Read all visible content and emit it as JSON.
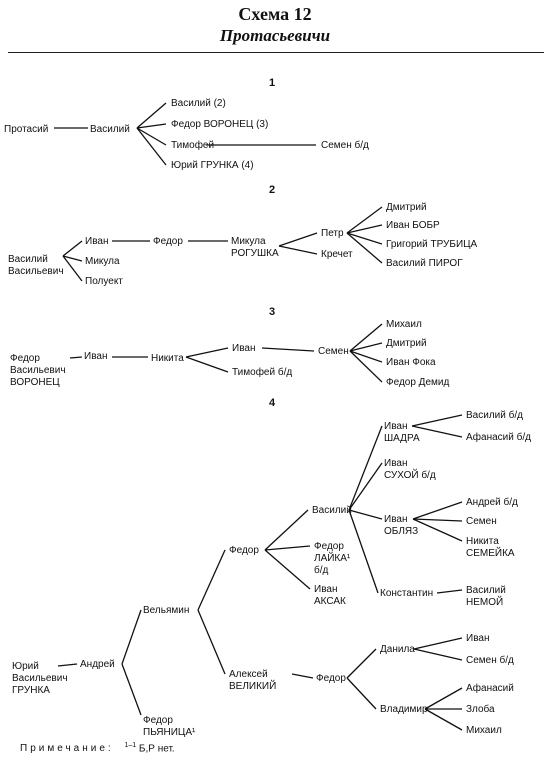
{
  "header": {
    "title": "Схема 12",
    "subtitle": "Протасьевичи"
  },
  "schemes": [
    {
      "number": "1",
      "nodes": {
        "s1_protasii": [
          "Протасий"
        ],
        "s1_vasilii": [
          "Василий"
        ],
        "s1_vasilii2": [
          "Василий (2)"
        ],
        "s1_fedor_voronets": [
          "Федор ВОРОНЕЦ (3)"
        ],
        "s1_timofei": [
          "Тимофей"
        ],
        "s1_yurii_grunka": [
          "Юрий ГРУНКА (4)"
        ],
        "s1_semen": [
          "Семен б/д"
        ]
      }
    },
    {
      "number": "2",
      "nodes": {
        "s2_vasilii": [
          "Василий",
          "Васильевич"
        ],
        "s2_ivan": [
          "Иван"
        ],
        "s2_mikula": [
          "Микула"
        ],
        "s2_poluekt": [
          "Полуект"
        ],
        "s2_fedor": [
          "Федор"
        ],
        "s2_mikula_rogushka": [
          "Микула",
          "РОГУШКА"
        ],
        "s2_petr": [
          "Петр"
        ],
        "s2_krechet": [
          "Кречет"
        ],
        "s2_dmitrii": [
          "Дмитрий"
        ],
        "s2_ivan_bobr": [
          "Иван БОБР"
        ],
        "s2_grigorii": [
          "Григорий ТРУБИЦА"
        ],
        "s2_vasilii_pirog": [
          "Василий ПИРОГ"
        ]
      }
    },
    {
      "number": "3",
      "nodes": {
        "s3_fedor": [
          "Федор",
          "Васильевич",
          "ВОРОНЕЦ"
        ],
        "s3_ivan": [
          "Иван"
        ],
        "s3_nikita": [
          "Никита"
        ],
        "s3_ivan2": [
          "Иван"
        ],
        "s3_timofei": [
          "Тимофей б/д"
        ],
        "s3_semen": [
          "Семен"
        ],
        "s3_mikhail": [
          "Михаил"
        ],
        "s3_dmitrii": [
          "Дмитрий"
        ],
        "s3_ivan_foka": [
          "Иван Фока"
        ],
        "s3_fedor_demid": [
          "Федор Демид"
        ]
      }
    },
    {
      "number": "4",
      "nodes": {
        "s4_yurii": [
          "Юрий",
          "Васильевич",
          "ГРУНКА"
        ],
        "s4_andrei": [
          "Андрей"
        ],
        "s4_velyamin": [
          "Вельямин"
        ],
        "s4_fedor_pyanitsa": [
          "Федор",
          "ПЬЯНИЦА¹"
        ],
        "s4_fedor": [
          "Федор"
        ],
        "s4_aleksei": [
          "Алексей",
          "ВЕЛИКИЙ"
        ],
        "s4_vasilii": [
          "Василий"
        ],
        "s4_fedor_laika": [
          "Федор",
          "ЛАЙКА¹",
          "б/д"
        ],
        "s4_ivan_aksak": [
          "Иван",
          "АКСАК"
        ],
        "s4_ivan_shadra": [
          "Иван",
          "ШАДРА"
        ],
        "s4_ivan_sukhoi": [
          "Иван",
          "СУХОЙ б/д"
        ],
        "s4_ivan_oblyaz": [
          "Иван",
          "ОБЛЯЗ"
        ],
        "s4_konstantin": [
          "Константин"
        ],
        "s4_vasilii_bd": [
          "Василий б/д"
        ],
        "s4_afanasii_bd": [
          "Афанасий б/д"
        ],
        "s4_andrei_bd": [
          "Андрей б/д"
        ],
        "s4_semen": [
          "Семен"
        ],
        "s4_nikita_semeika": [
          "Никита",
          "СЕМЕЙКА"
        ],
        "s4_vasilii_nemoi": [
          "Василий",
          "НЕМОЙ"
        ],
        "s4_fedor2": [
          "Федор"
        ],
        "s4_danila": [
          "Данила"
        ],
        "s4_vladimir": [
          "Владимир"
        ],
        "s4_ivan": [
          "Иван"
        ],
        "s4_semen_bd": [
          "Семен б/д"
        ],
        "s4_afanasii": [
          "Афанасий"
        ],
        "s4_zloba": [
          "Злоба"
        ],
        "s4_mikhail": [
          "Михаил"
        ]
      }
    }
  ],
  "note": {
    "label": "Примечание:",
    "sup": "1–1",
    "text": "Б,Р нет."
  }
}
